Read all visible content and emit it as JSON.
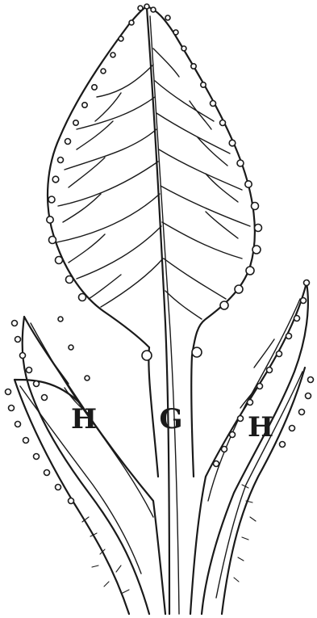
{
  "labels": {
    "left_leaflet": "H",
    "center_stem": "G",
    "right_leaflet": "H"
  },
  "colors": {
    "ink": "#1a1a1a",
    "paper": "#ffffff"
  }
}
